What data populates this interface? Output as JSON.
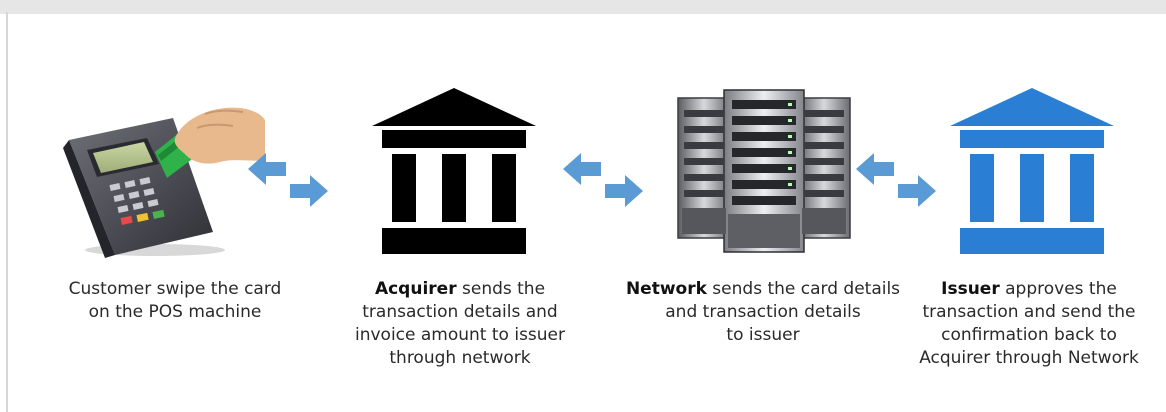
{
  "steps": [
    {
      "icon": "pos-terminal-icon",
      "caption_lines": [
        {
          "bold": "",
          "text": "Customer swipe the card"
        },
        {
          "bold": "",
          "text": "on the POS machine"
        }
      ]
    },
    {
      "icon": "bank-icon",
      "color": "#000000",
      "caption_lines": [
        {
          "bold": "Acquirer",
          "text": " sends the"
        },
        {
          "bold": "",
          "text": "transaction details and"
        },
        {
          "bold": "",
          "text": "invoice amount to issuer"
        },
        {
          "bold": "",
          "text": "through network"
        }
      ]
    },
    {
      "icon": "server-rack-icon",
      "caption_lines": [
        {
          "bold": "Network",
          "text": " sends the card details"
        },
        {
          "bold": "",
          "text": "and transaction details"
        },
        {
          "bold": "",
          "text": "to issuer"
        }
      ]
    },
    {
      "icon": "bank-icon",
      "color": "#2a7fd4",
      "caption_lines": [
        {
          "bold": "Issuer",
          "text": " approves the"
        },
        {
          "bold": "",
          "text": "transaction and send the"
        },
        {
          "bold": "",
          "text": "confirmation back to"
        },
        {
          "bold": "",
          "text": "Acquirer through Network"
        }
      ]
    }
  ],
  "arrow_color": "#5b9bd5"
}
